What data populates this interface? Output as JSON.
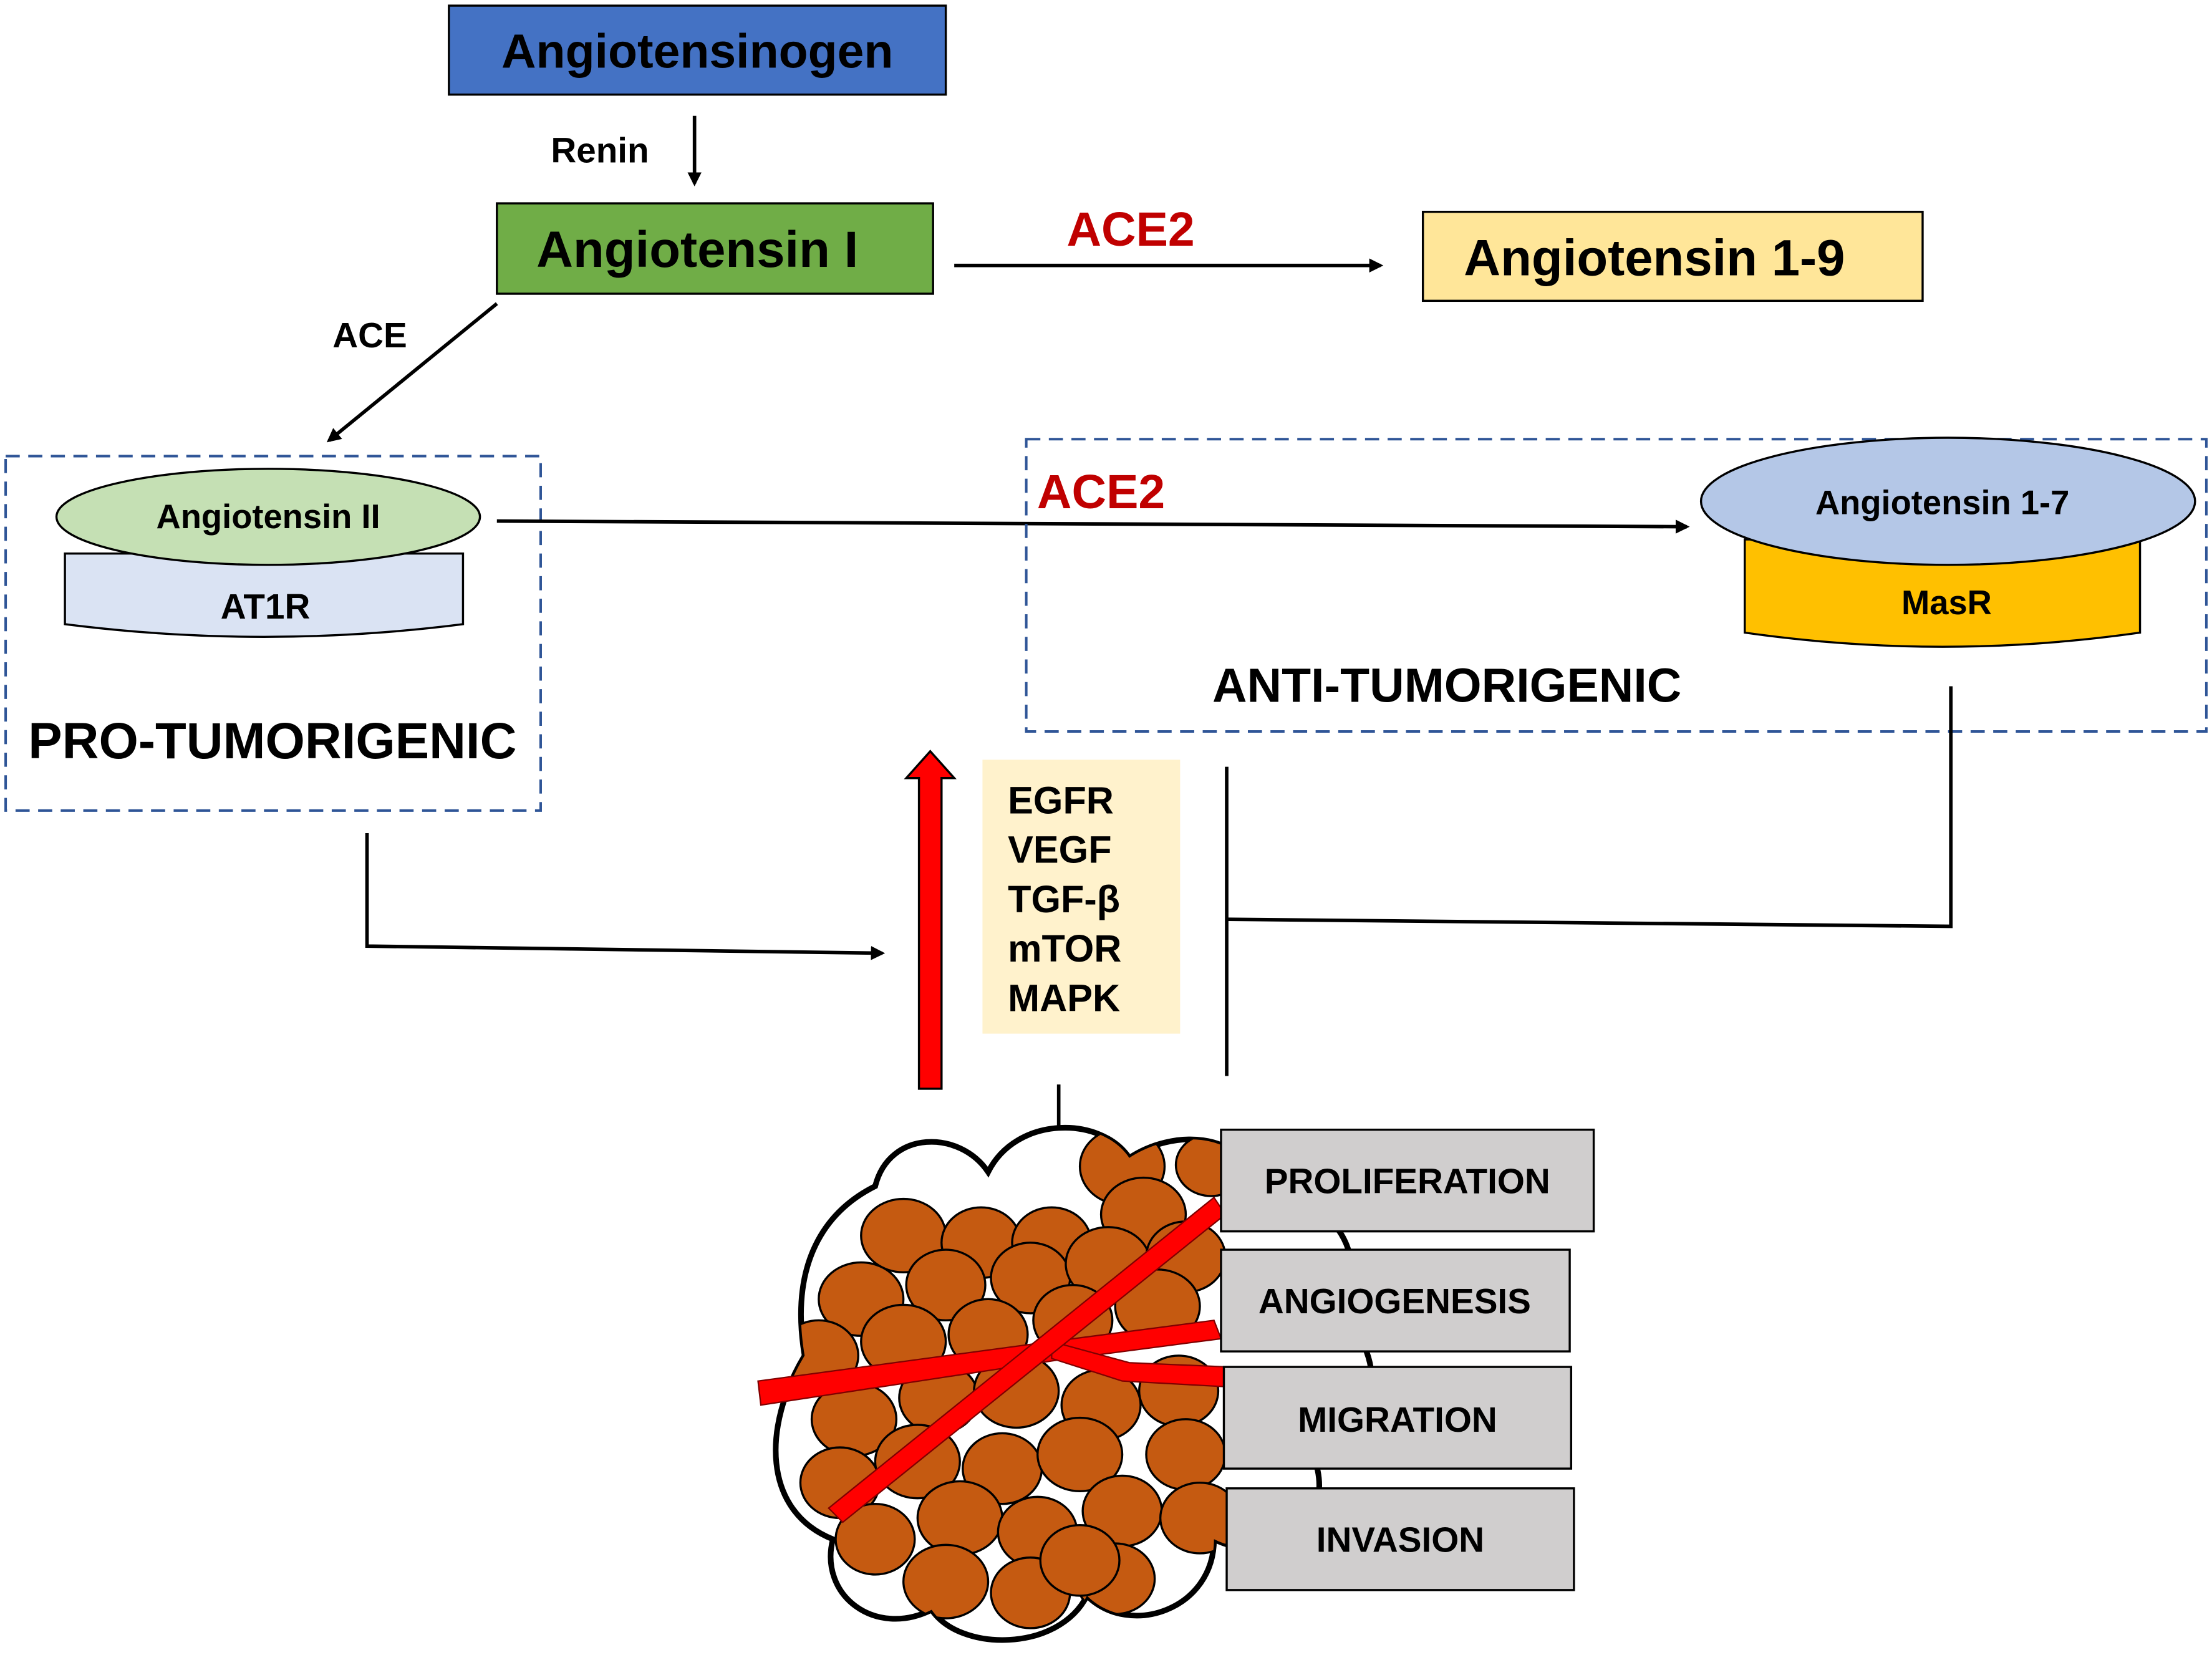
{
  "nodes": {
    "angiotensinogen": "Angiotensinogen",
    "angiotensin_1": "Angiotensin I",
    "angiotensin_1_9": "Angiotensin 1-9",
    "angiotensin_2": "Angiotensin II",
    "at1r": "AT1R",
    "angiotensin_1_7": "Angiotensin 1-7",
    "masr": "MasR"
  },
  "enzymes": {
    "renin": "Renin",
    "ace": "ACE",
    "ace2_top": "ACE2",
    "ace2_middle": "ACE2"
  },
  "regions": {
    "pro": "PRO-TUMORIGENIC",
    "anti": "ANTI-TUMORIGENIC"
  },
  "signaling": {
    "items": [
      "EGFR",
      "VEGF",
      "TGF-β",
      "mTOR",
      "MAPK"
    ]
  },
  "outcomes": {
    "items": [
      "PROLIFERATION",
      "ANGIOGENESIS",
      "MIGRATION",
      "INVASION"
    ]
  },
  "colors": {
    "angiotensinogen_box": "#4472c4",
    "angiotensin_1_box": "#70ad47",
    "angiotensin_1_9_box": "#ffe699",
    "angiotensin_2_top": "#c5e0b4",
    "at1r_base": "#dae3f3",
    "angiotensin_1_7_top": "#b4c7e7",
    "masr_base": "#ffc000",
    "ace2_text": "#c00000",
    "signaling_box": "#fff2cc",
    "red_arrow": "#ff0000",
    "dashed_border": "#2f5597",
    "tumor_cell": "#c55a11",
    "outcome_box": "#d0cece"
  }
}
